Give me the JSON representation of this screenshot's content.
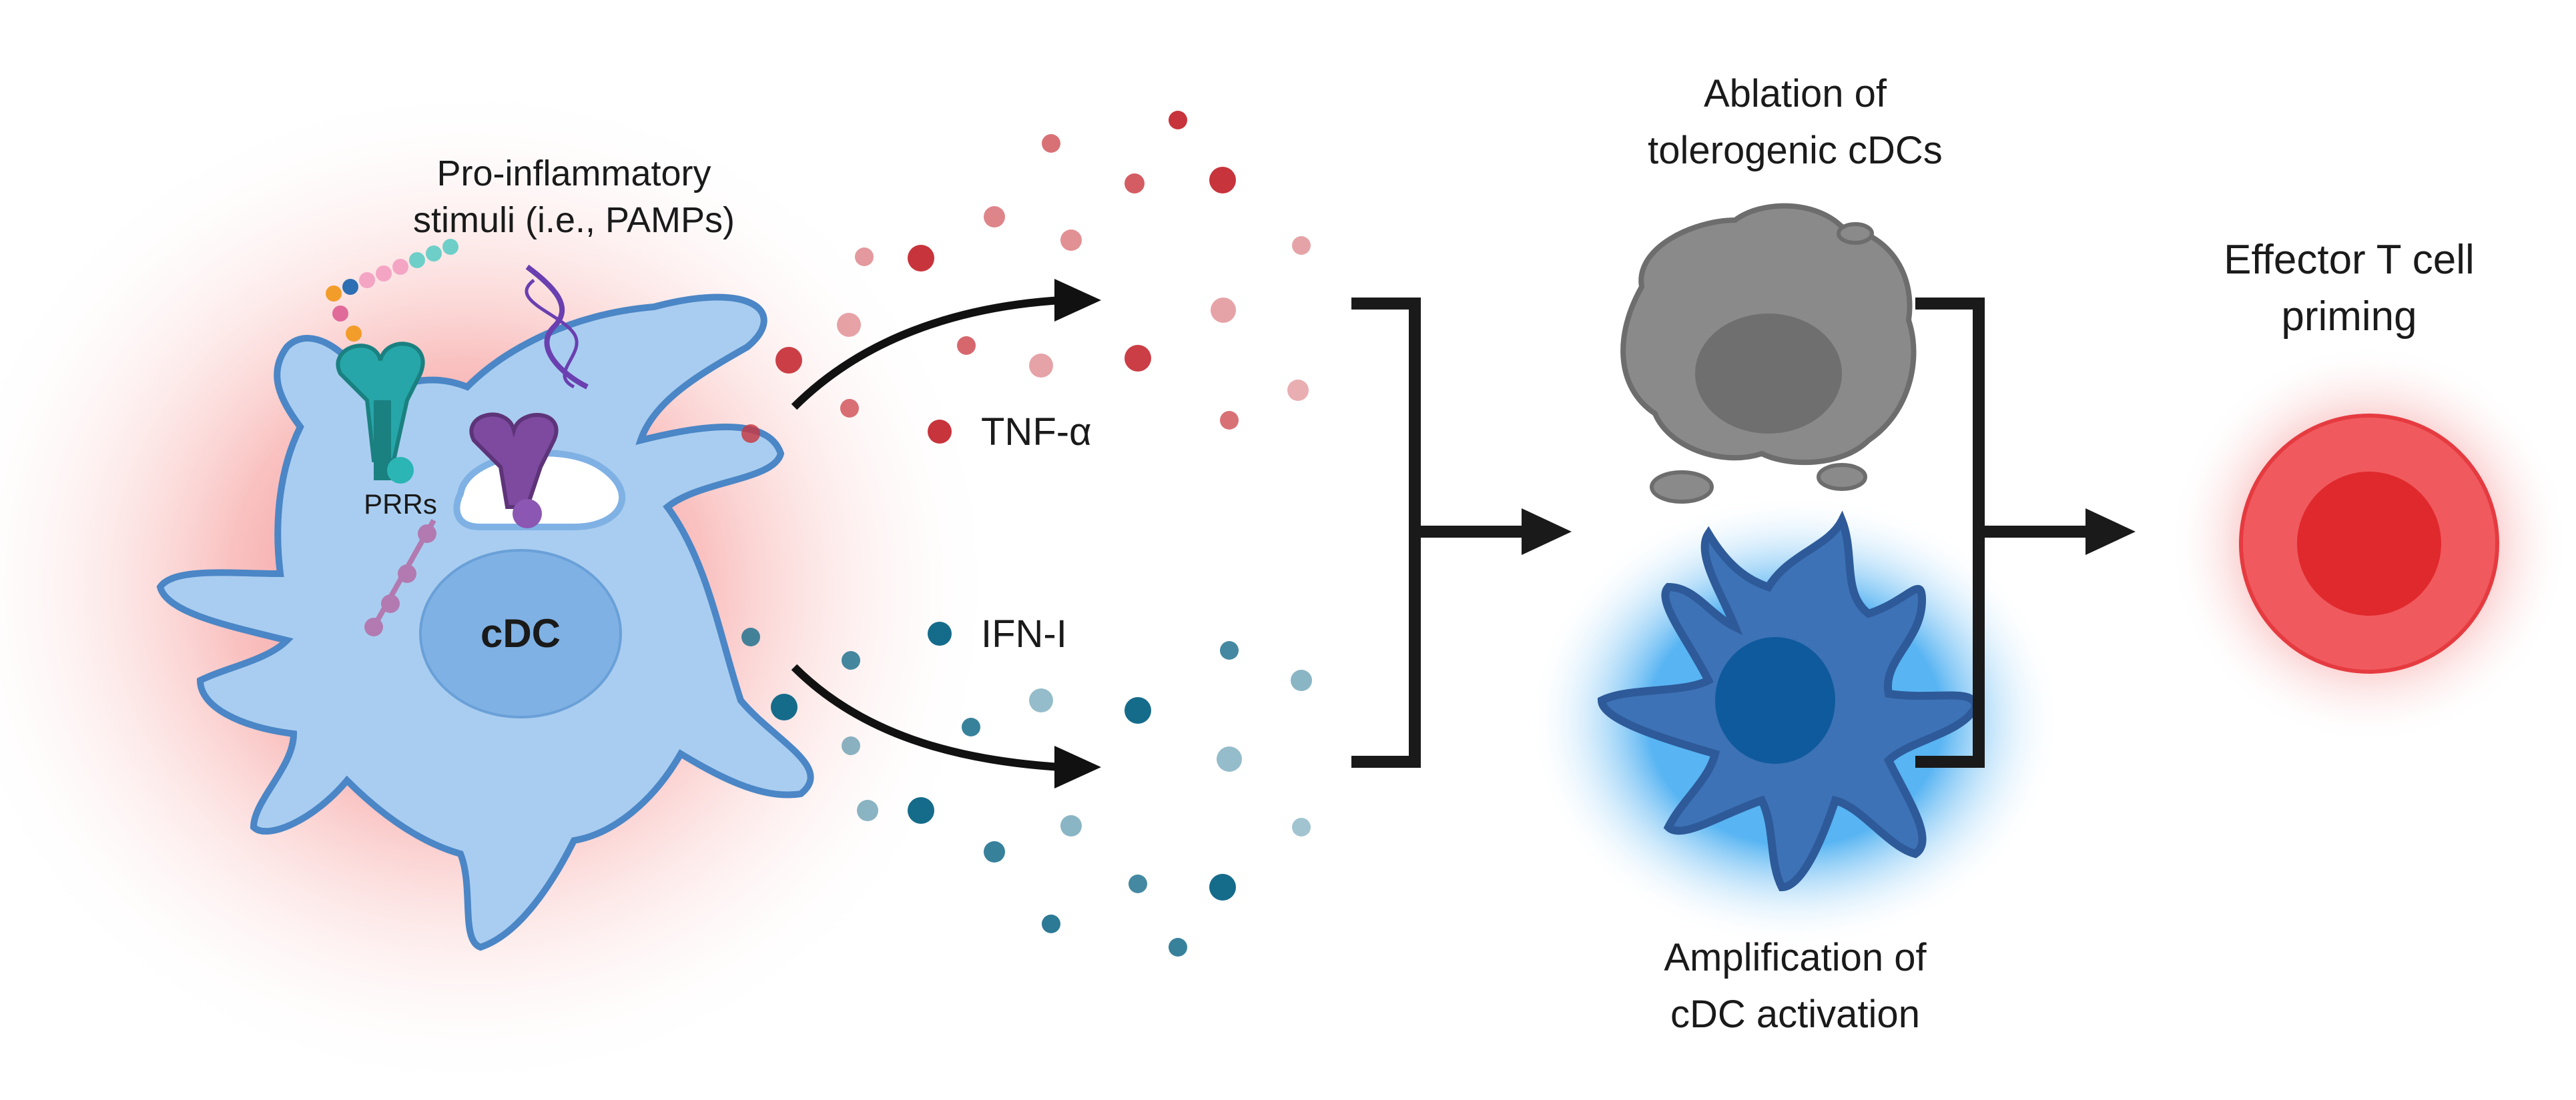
{
  "labels": {
    "stimuli_line1": "Pro-inflammatory",
    "stimuli_line2": "stimuli (i.e., PAMPs)",
    "prrs": "PRRs",
    "cdc": "cDC",
    "tnf": "TNF-α",
    "ifn": "IFN-I",
    "ablation_line1": "Ablation of",
    "ablation_line2": "tolerogenic cDCs",
    "amplification_line1": "Amplification of",
    "amplification_line2": "cDC activation",
    "effector_line1": "Effector T cell",
    "effector_line2": "priming"
  },
  "colors": {
    "tnf_red": "#c8343c",
    "ifn_teal": "#156b8a",
    "cdc_fill": "#a9cdf0",
    "active_cdc": "#3d72b6",
    "tcell_red": "#f0484d",
    "dead_cell": "#8a8a8a",
    "receptor_teal": "#26a6a8",
    "receptor_purple": "#7d4aa0"
  },
  "icons": {
    "arrow_main": "arrow-right-icon",
    "bracket": "bracket-icon",
    "dna": "dna-helix-icon"
  }
}
